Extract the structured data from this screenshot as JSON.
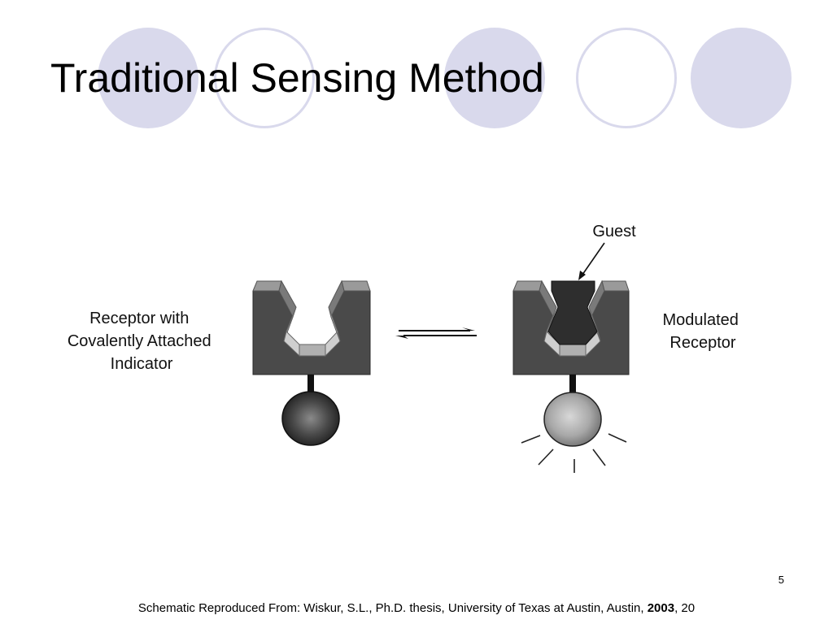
{
  "slide": {
    "title": "Traditional Sensing Method",
    "page_number": "5"
  },
  "diagram": {
    "left_label": [
      "Receptor with",
      "Covalently Attached",
      "Indicator"
    ],
    "right_label": [
      "Modulated",
      "Receptor"
    ],
    "guest_label": "Guest"
  },
  "citation": {
    "prefix": "Schematic Reproduced From: Wiskur, S.L., Ph.D. thesis, University of Texas at Austin, Austin, ",
    "year": "2003",
    "suffix": ", 20"
  },
  "colors": {
    "decor": "#d9d9ec",
    "receptor_body": "#4a4a4a",
    "receptor_rim": "#9a9a9a",
    "guest": "#2e2e2e",
    "indicator_dark": "#3a3a3a",
    "indicator_lit": "#a8a8a8"
  }
}
